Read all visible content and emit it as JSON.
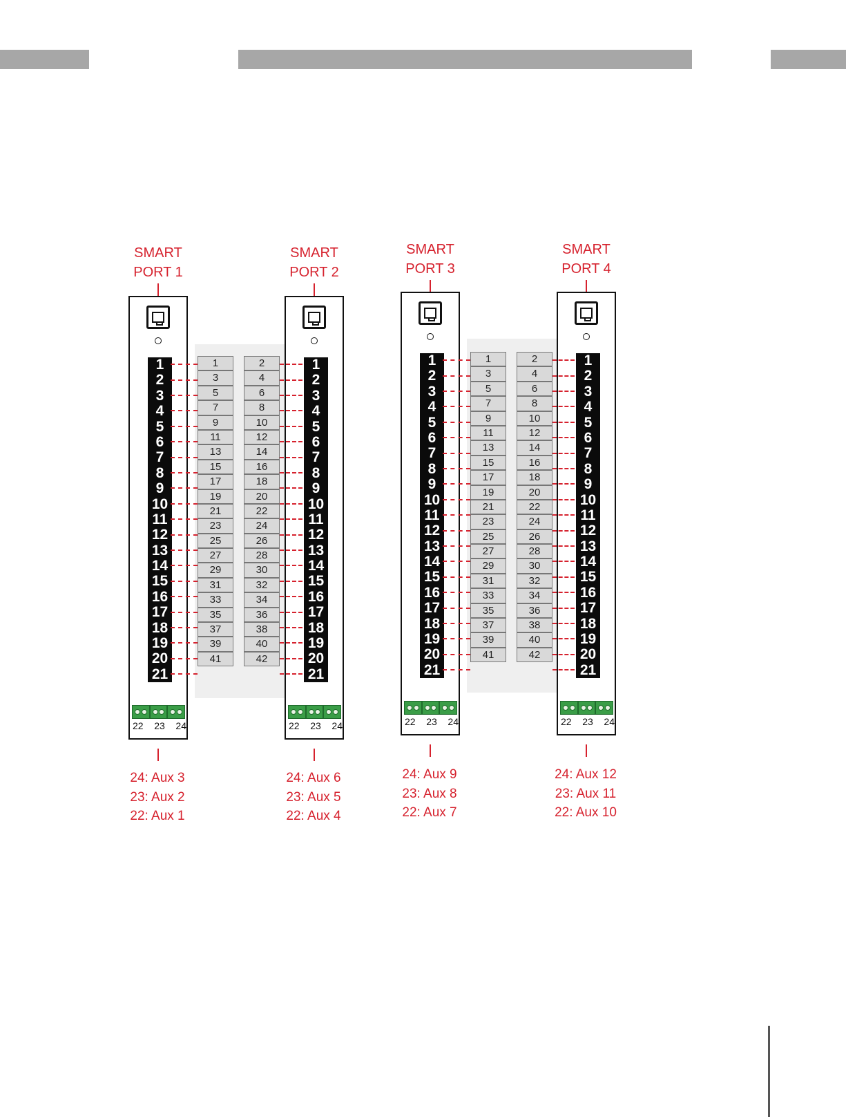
{
  "header_bars": [
    "left",
    "center",
    "right"
  ],
  "ports": [
    {
      "label_line1": "SMART",
      "label_line2": "PORT 1",
      "pins": [
        "1",
        "2",
        "3",
        "4",
        "5",
        "6",
        "7",
        "8",
        "9",
        "10",
        "11",
        "12",
        "13",
        "14",
        "15",
        "16",
        "17",
        "18",
        "19",
        "20",
        "21"
      ],
      "terminals": [
        "22",
        "23",
        "24"
      ],
      "aux": [
        "24: Aux 3",
        "23: Aux 2",
        "22: Aux 1"
      ]
    },
    {
      "label_line1": "SMART",
      "label_line2": "PORT 2",
      "pins": [
        "1",
        "2",
        "3",
        "4",
        "5",
        "6",
        "7",
        "8",
        "9",
        "10",
        "11",
        "12",
        "13",
        "14",
        "15",
        "16",
        "17",
        "18",
        "19",
        "20",
        "21"
      ],
      "terminals": [
        "22",
        "23",
        "24"
      ],
      "aux": [
        "24: Aux 6",
        "23: Aux 5",
        "22: Aux 4"
      ]
    },
    {
      "label_line1": "SMART",
      "label_line2": "PORT 3",
      "pins": [
        "1",
        "2",
        "3",
        "4",
        "5",
        "6",
        "7",
        "8",
        "9",
        "10",
        "11",
        "12",
        "13",
        "14",
        "15",
        "16",
        "17",
        "18",
        "19",
        "20",
        "21"
      ],
      "terminals": [
        "22",
        "23",
        "24"
      ],
      "aux": [
        "24: Aux 9",
        "23: Aux 8",
        "22: Aux 7"
      ]
    },
    {
      "label_line1": "SMART",
      "label_line2": "PORT 4",
      "pins": [
        "1",
        "2",
        "3",
        "4",
        "5",
        "6",
        "7",
        "8",
        "9",
        "10",
        "11",
        "12",
        "13",
        "14",
        "15",
        "16",
        "17",
        "18",
        "19",
        "20",
        "21"
      ],
      "terminals": [
        "22",
        "23",
        "24"
      ],
      "aux": [
        "24: Aux 12",
        "23: Aux 11",
        "22: Aux 10"
      ]
    }
  ],
  "odd_cells": [
    "1",
    "3",
    "5",
    "7",
    "9",
    "11",
    "13",
    "15",
    "17",
    "19",
    "21",
    "23",
    "25",
    "27",
    "29",
    "31",
    "33",
    "35",
    "37",
    "39",
    "41"
  ],
  "even_cells": [
    "2",
    "4",
    "6",
    "8",
    "10",
    "12",
    "14",
    "16",
    "18",
    "20",
    "22",
    "24",
    "26",
    "28",
    "30",
    "32",
    "34",
    "36",
    "38",
    "40",
    "42"
  ],
  "colors": {
    "accent": "#d6222e",
    "pin_bg": "#0b0b0b",
    "cell_bg": "#d9d9d9",
    "terminal": "#3a9d47"
  }
}
